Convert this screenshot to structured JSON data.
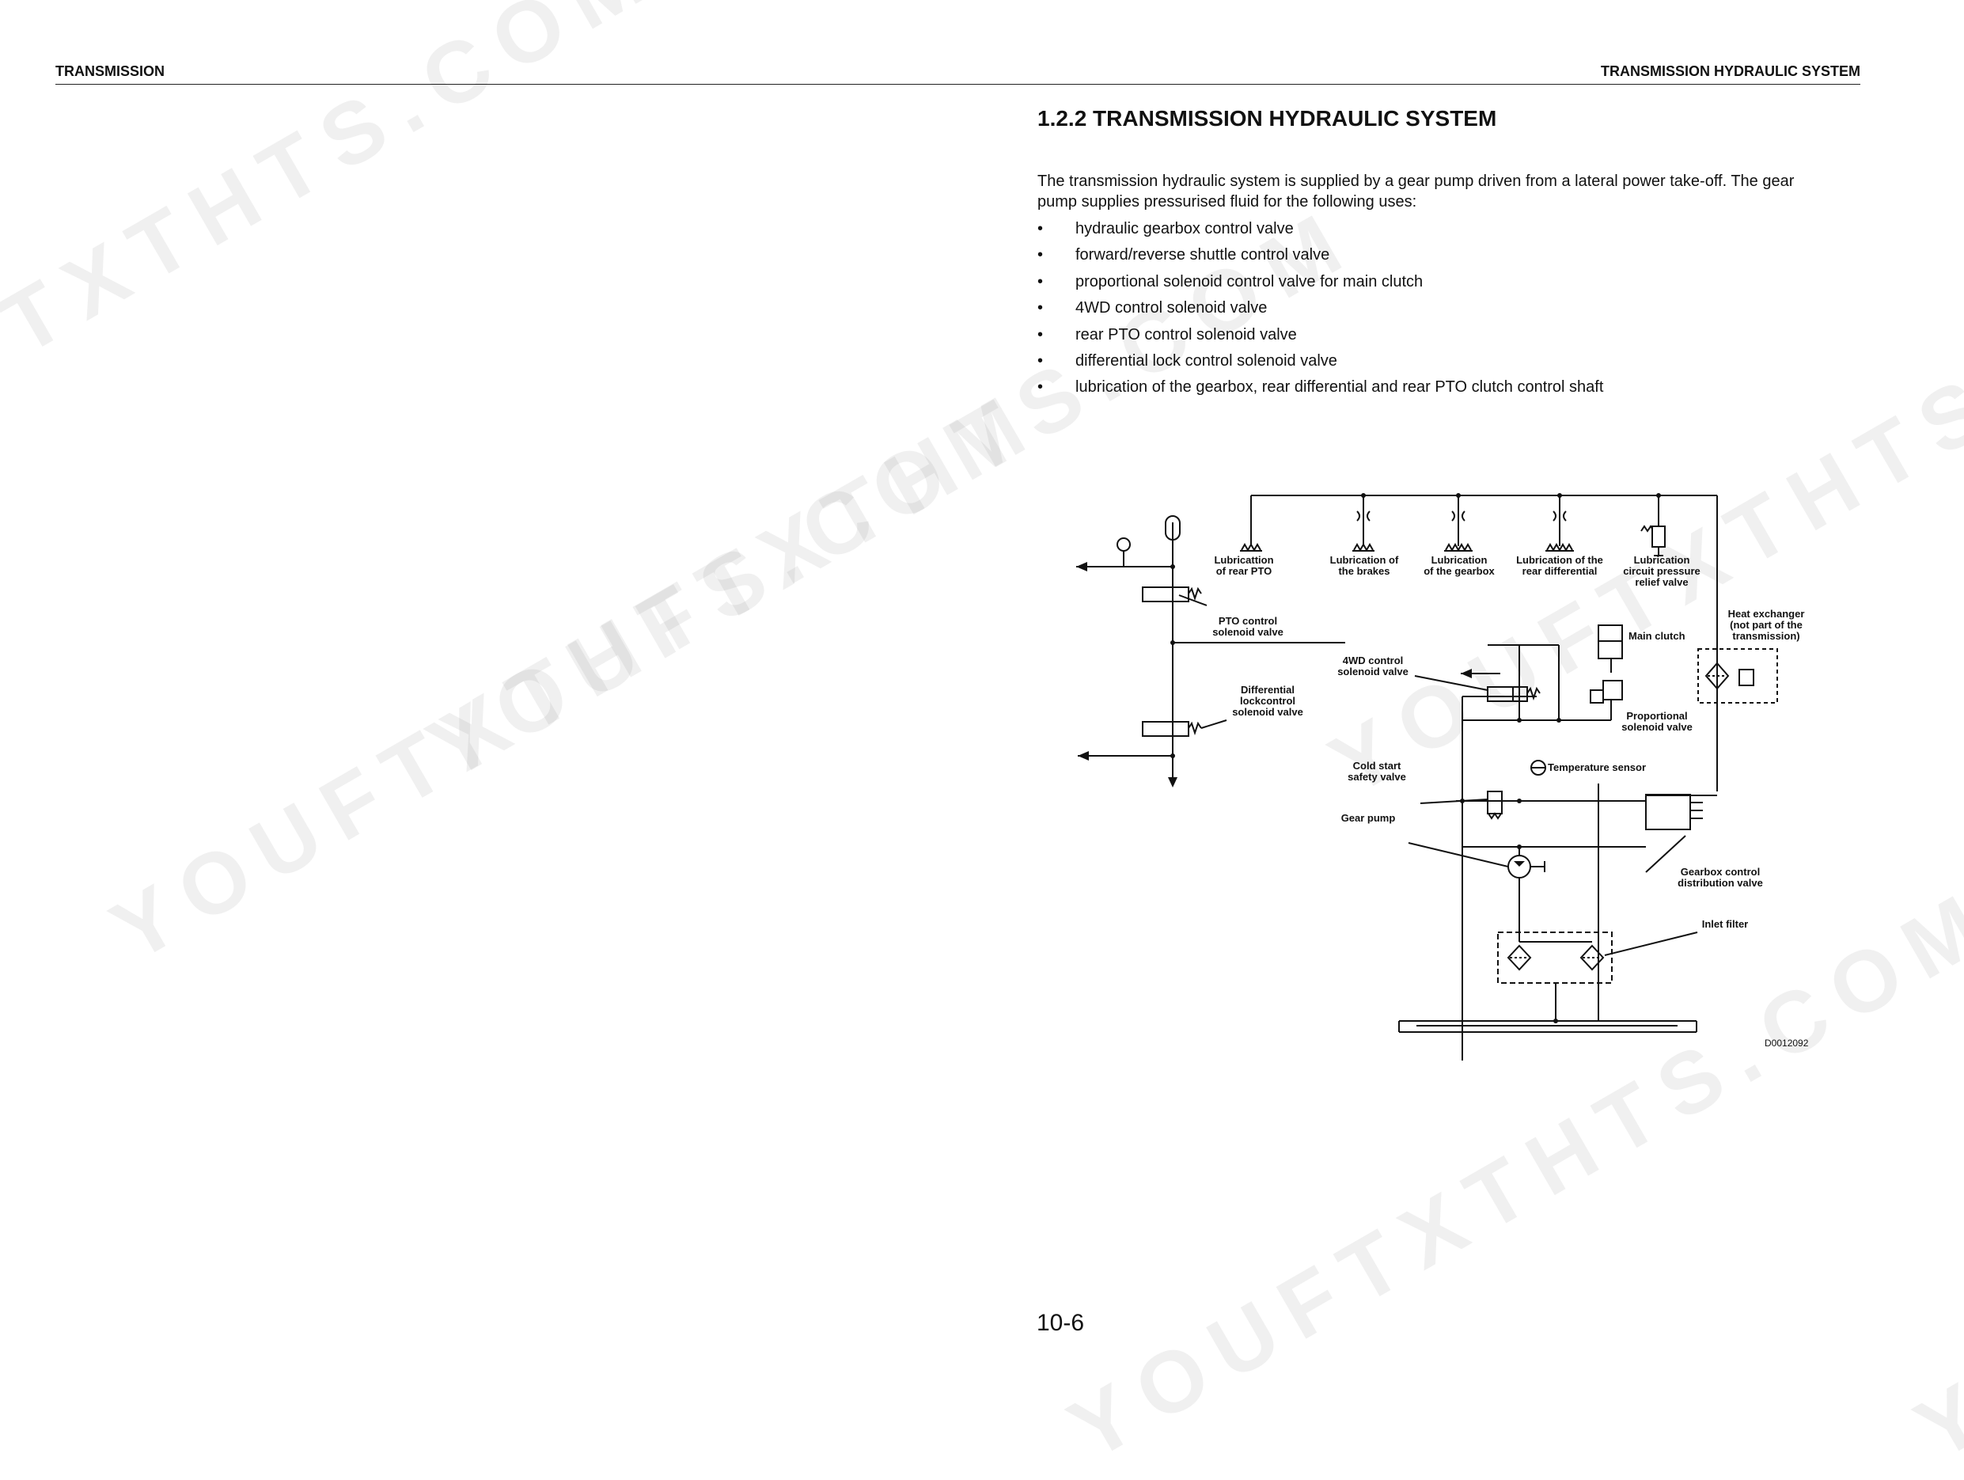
{
  "header": {
    "left": "TRANSMISSION",
    "right": "TRANSMISSION HYDRAULIC SYSTEM"
  },
  "section": {
    "title": "1.2.2 TRANSMISSION HYDRAULIC SYSTEM",
    "intro": "The transmission hydraulic system is supplied by a gear pump driven from a lateral power take-off. The gear pump supplies pressurised fluid for the following uses:",
    "uses": [
      "hydraulic gearbox control valve",
      "forward/reverse shuttle control valve",
      "proportional solenoid control valve for main clutch",
      "4WD control solenoid valve",
      "rear PTO control solenoid valve",
      "differential lock control solenoid valve",
      "lubrication of the gearbox,  rear differential and rear PTO clutch control shaft"
    ]
  },
  "diagram": {
    "labels": {
      "lub_rear_pto": [
        "Lubricattion",
        "of rear PTO"
      ],
      "lub_brakes": [
        "Lubrication of",
        "the brakes"
      ],
      "lub_gearbox": [
        "Lubrication",
        "of the gearbox"
      ],
      "lub_rear_diff": [
        "Lubrication of the",
        "rear differential"
      ],
      "lub_relief": [
        "Lubrication",
        "circuit pressure",
        "relief valve"
      ],
      "heat_exchanger": [
        "Heat exchanger",
        "(not part of the",
        "transmission)"
      ],
      "pto_valve": [
        "PTO control",
        "solenoid valve"
      ],
      "main_clutch": [
        "Main clutch"
      ],
      "fourwd_valve": [
        "4WD control",
        "solenoid valve"
      ],
      "diff_lock_valve": [
        "Differential",
        "lockcontrol",
        "solenoid valve"
      ],
      "proportional_valve": [
        "Proportional",
        "solenoid valve"
      ],
      "temperature_sensor": [
        "Temperature sensor"
      ],
      "cold_start_valve": [
        "Cold start",
        "safety valve"
      ],
      "gear_pump": [
        "Gear pump"
      ],
      "gearbox_distribution": [
        "Gearbox control",
        "distribution valve"
      ],
      "inlet_filter": [
        "Inlet filter"
      ]
    },
    "code": "D0012092"
  },
  "watermark": "YOUFTXTHTS.COM",
  "page_number": "10-6"
}
